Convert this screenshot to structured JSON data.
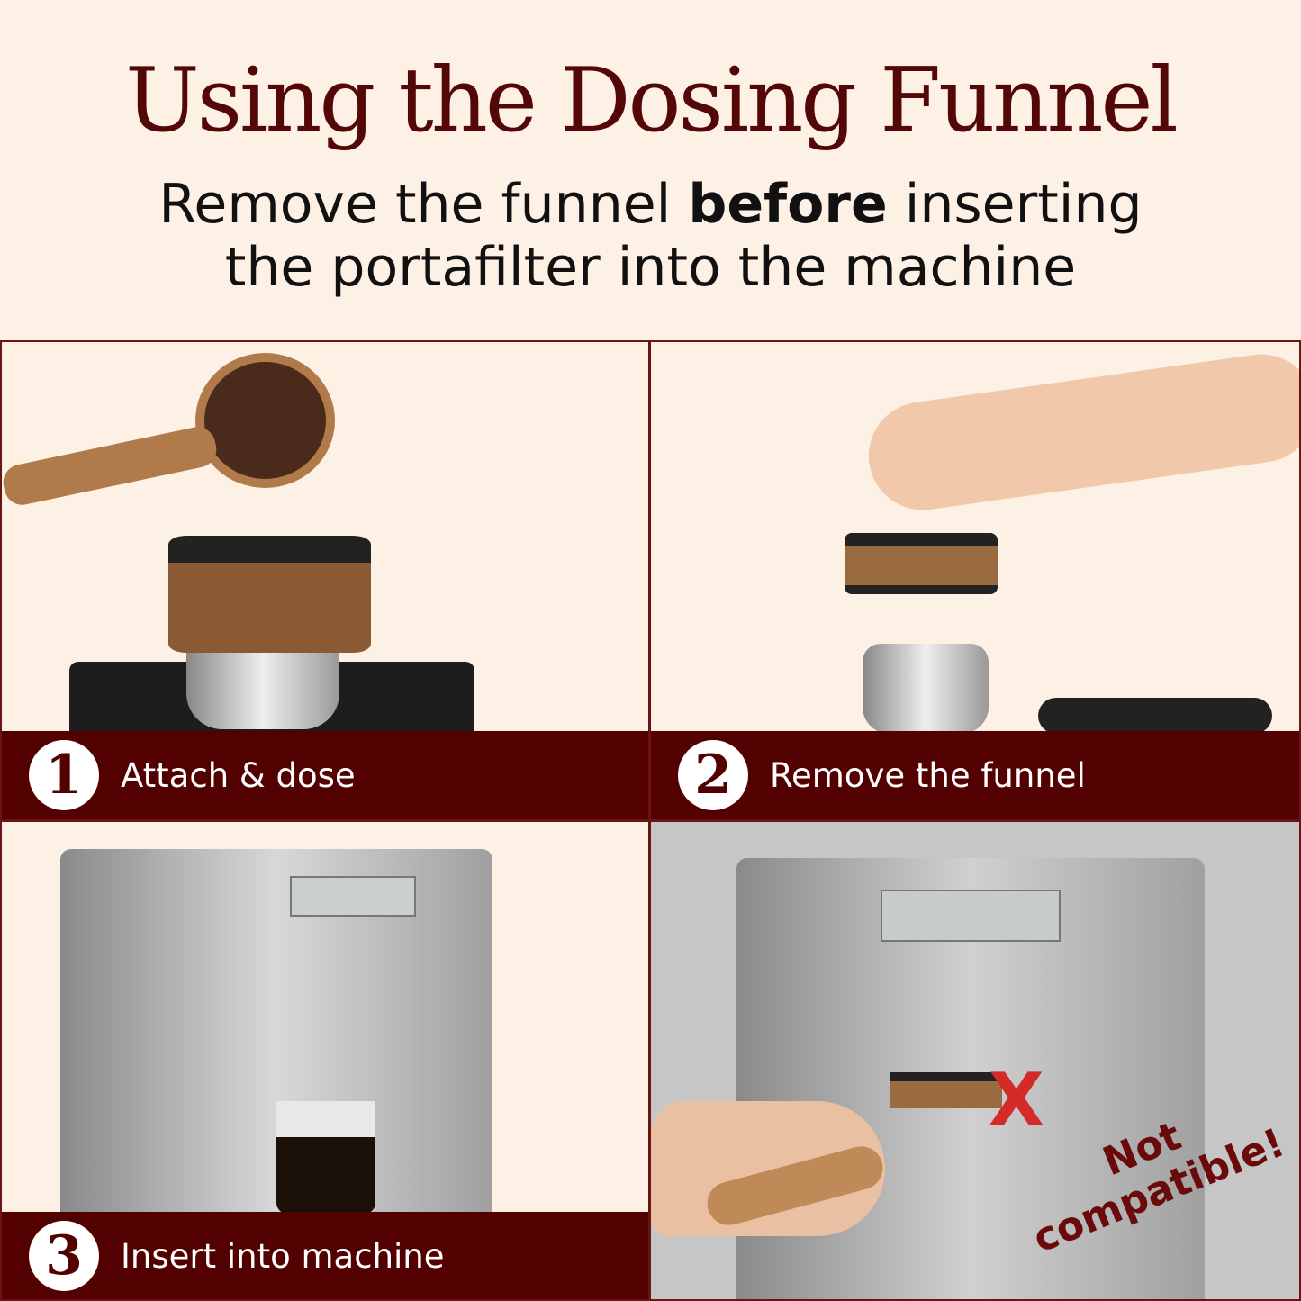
{
  "header": {
    "title": "Using the Dosing Funnel",
    "subtitle_pre": "Remove the funnel ",
    "subtitle_bold": "before",
    "subtitle_post": " inserting",
    "subtitle_line2": "the portafilter into the machine"
  },
  "steps": [
    {
      "number": "1",
      "label": "Attach & dose"
    },
    {
      "number": "2",
      "label": "Remove the funnel"
    },
    {
      "number": "3",
      "label": "Insert into machine"
    }
  ],
  "warning": {
    "line1": "Not",
    "line2": "compatible!",
    "mark": "X"
  },
  "colors": {
    "brand": "#520000",
    "background": "#fdf0e4",
    "warning_x": "#d42a2a"
  }
}
